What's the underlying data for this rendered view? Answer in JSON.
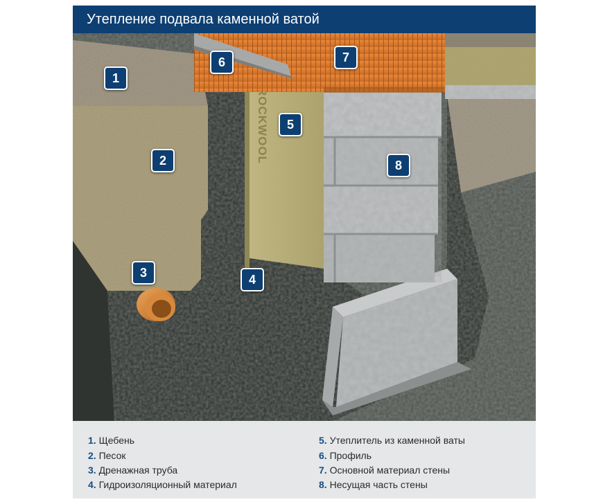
{
  "title": "Утепление подвала каменной ватой",
  "brand_text": "ROCKWOOL",
  "colors": {
    "title_bar": "#0d3f72",
    "badge": "#0d3f72",
    "legend_bg": "#e6e7e9",
    "legend_number": "#1a4c80"
  },
  "markers": [
    "1",
    "2",
    "3",
    "4",
    "5",
    "6",
    "7",
    "8"
  ],
  "legend": [
    {
      "number": "1.",
      "label": "Щебень"
    },
    {
      "number": "2.",
      "label": "Песок"
    },
    {
      "number": "3.",
      "label": "Дренажная труба"
    },
    {
      "number": "4.",
      "label": "Гидроизоляционный материал"
    },
    {
      "number": "5.",
      "label": "Утеплитель из каменной ваты"
    },
    {
      "number": "6.",
      "label": "Профиль"
    },
    {
      "number": "7.",
      "label": "Основной материал стены"
    },
    {
      "number": "8.",
      "label": "Несущая часть стены"
    }
  ]
}
